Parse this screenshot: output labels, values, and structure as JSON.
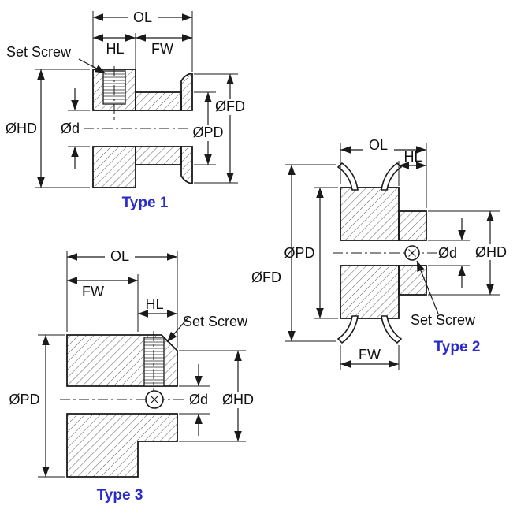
{
  "colors": {
    "line": "#1a1a1a",
    "type_label": "#2b2bc8",
    "background": "#ffffff"
  },
  "drawings": {
    "type1": {
      "title": "Type 1",
      "labels": {
        "ol": "OL",
        "hl": "HL",
        "fw": "FW",
        "set_screw": "Set Screw",
        "fd": "ØFD",
        "pd": "ØPD",
        "hd": "ØHD",
        "bore": "Ød"
      }
    },
    "type2": {
      "title": "Type 2",
      "labels": {
        "ol": "OL",
        "hl": "HL",
        "fw": "FW",
        "set_screw": "Set Screw",
        "fd": "ØFD",
        "pd": "ØPD",
        "hd": "ØHD",
        "bore": "Ød"
      }
    },
    "type3": {
      "title": "Type 3",
      "labels": {
        "ol": "OL",
        "hl": "HL",
        "fw": "FW",
        "set_screw": "Set Screw",
        "pd": "ØPD",
        "hd": "ØHD",
        "bore": "Ød"
      }
    }
  }
}
